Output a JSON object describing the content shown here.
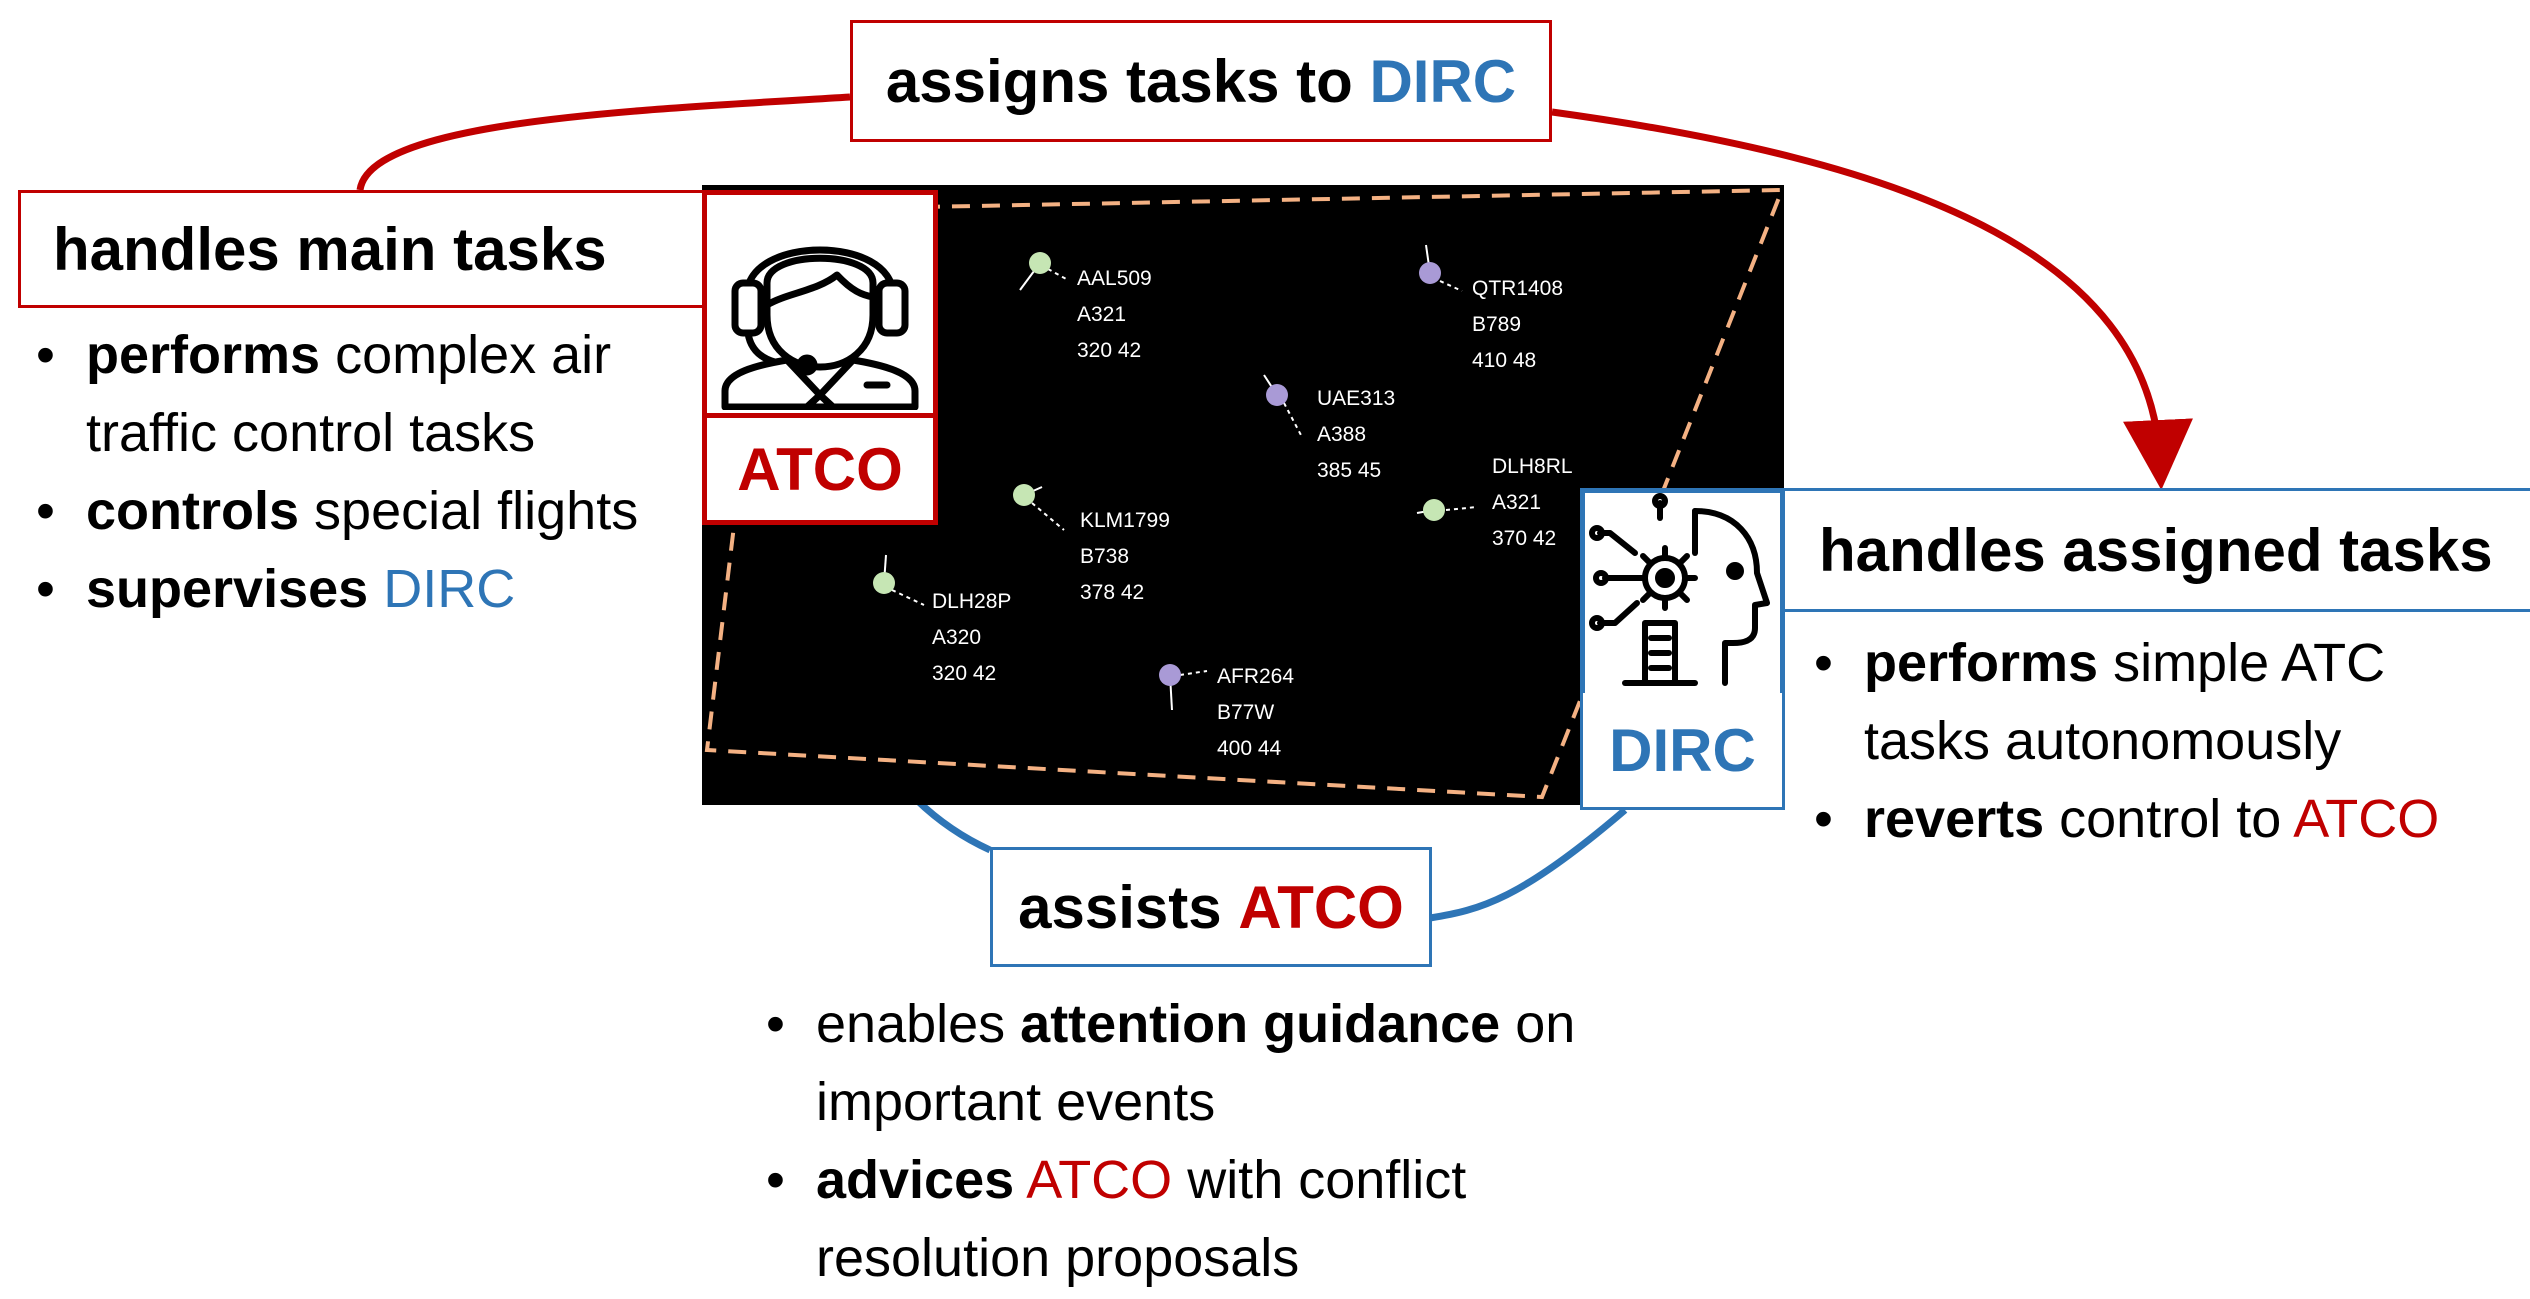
{
  "top_label": {
    "prefix": "assigns tasks to ",
    "highlight": "DIRC"
  },
  "atco_panel": {
    "title": "handles main tasks",
    "role": "ATCO",
    "bullets": [
      {
        "bold": "performs",
        "rest": " complex air",
        "line2": "traffic control tasks"
      },
      {
        "bold": "controls",
        "rest": " special flights"
      },
      {
        "bold": "supervises",
        "rest": " ",
        "highlight": "DIRC"
      }
    ]
  },
  "dirc_panel": {
    "title": "handles assigned tasks",
    "role": "DIRC",
    "bullets": [
      {
        "bold": "performs",
        "rest": " simple ATC",
        "line2": "tasks autonomously"
      },
      {
        "bold": "reverts",
        "rest": " control to ",
        "highlight": "ATCO"
      }
    ]
  },
  "assist_label": {
    "prefix": "assists ",
    "highlight": "ATCO"
  },
  "assist_bullets": [
    {
      "pre": "enables ",
      "bold": "attention guidance",
      "post": " on",
      "line2": "important events"
    },
    {
      "bold": "advices",
      "space": " ",
      "highlight": "ATCO",
      "post": " with conflict",
      "line2": "resolution proposals"
    }
  ],
  "aircraft": [
    {
      "callsign": "AAL509",
      "type": "A321",
      "level": "320 42",
      "color": "#c6e6b4"
    },
    {
      "callsign": "QTR1408",
      "type": "B789",
      "level": "410 48",
      "color": "#a99ad6"
    },
    {
      "callsign": "UAE313",
      "type": "A388",
      "level": "385 45",
      "color": "#a99ad6"
    },
    {
      "callsign": "DLH8RL",
      "type": "A321",
      "level": "370 42",
      "color": "#c6e6b4"
    },
    {
      "callsign": "KLM1799",
      "type": "B738",
      "level": "378 42",
      "color": "#c6e6b4"
    },
    {
      "callsign": "DLH28P",
      "type": "A320",
      "level": "320 42",
      "color": "#c6e6b4"
    },
    {
      "callsign": "AFR264",
      "type": "B77W",
      "level": "400 44",
      "color": "#a99ad6"
    }
  ],
  "colors": {
    "atco_red": "#c00000",
    "dirc_blue": "#2e75b6",
    "sector_border": "#f4b183"
  },
  "icons": {
    "atco": "headset-operator-icon",
    "dirc": "ai-robot-head-icon"
  }
}
